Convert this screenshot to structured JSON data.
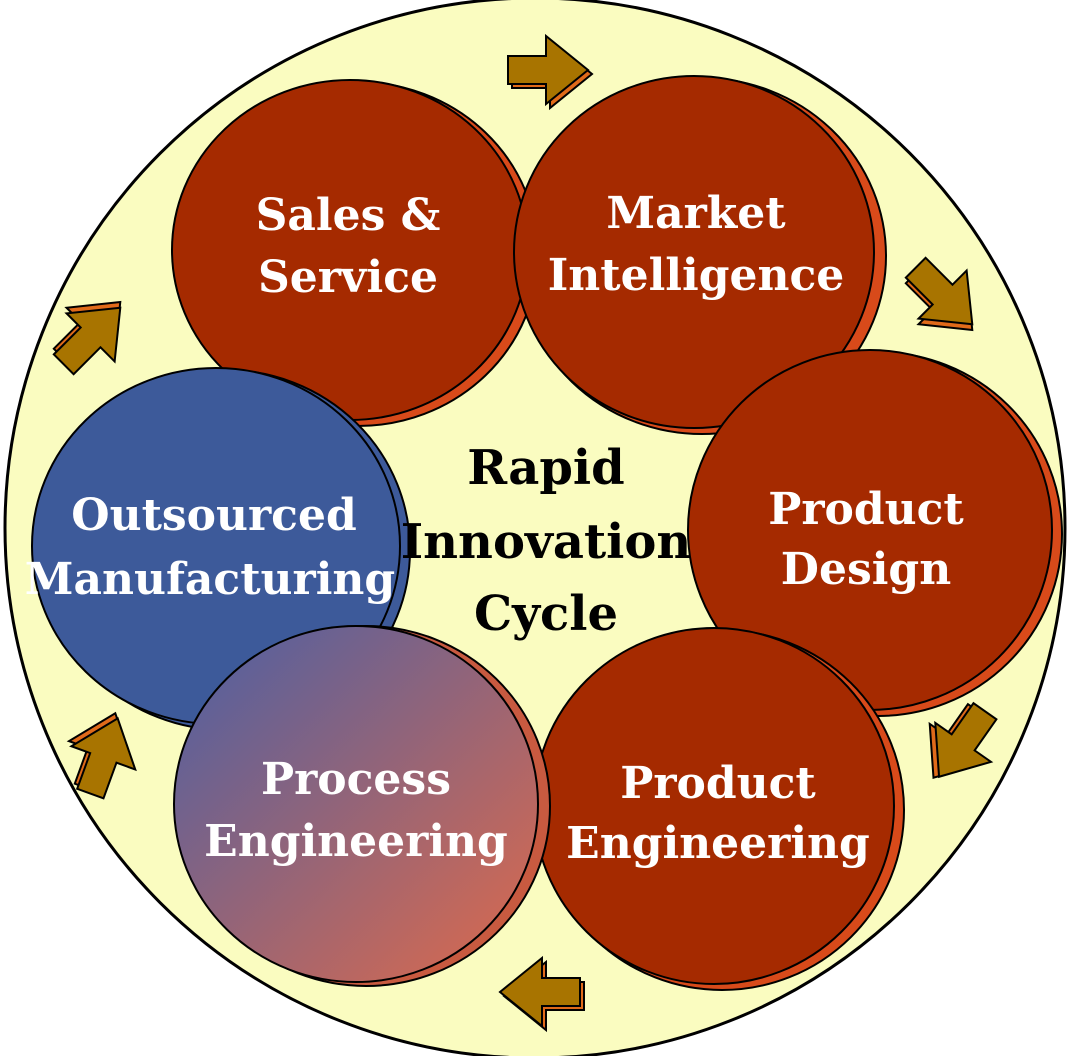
{
  "diagram": {
    "center_lines": [
      "Rapid",
      "Innovation",
      "Cycle"
    ],
    "nodes": [
      {
        "id": "sales-service",
        "lines": [
          "Sales &",
          "Service"
        ],
        "fill": "#a52a00"
      },
      {
        "id": "market-intelligence",
        "lines": [
          "Market",
          "Intelligence"
        ],
        "fill": "#a52a00"
      },
      {
        "id": "product-design",
        "lines": [
          "Product",
          "Design"
        ],
        "fill": "#a52a00"
      },
      {
        "id": "product-engineering",
        "lines": [
          "Product",
          "Engineering"
        ],
        "fill": "#a52a00"
      },
      {
        "id": "process-engineering",
        "lines": [
          "Process",
          "Engineering"
        ],
        "fill_from": "#4a5fa5",
        "fill_to": "#e06a4a"
      },
      {
        "id": "outsourced-manufacturing",
        "lines": [
          "Outsourced",
          "Manufacturing"
        ],
        "fill": "#3d5a9a"
      }
    ],
    "colors": {
      "outer_circle": "#fafcc0",
      "node_shadow": "#d84a1a",
      "blue_shadow": "#3d5a9a",
      "arrow_fill": "#a87400",
      "arrow_shadow": "#e06a1a",
      "outline": "#000000"
    },
    "arrow_count": 6
  }
}
